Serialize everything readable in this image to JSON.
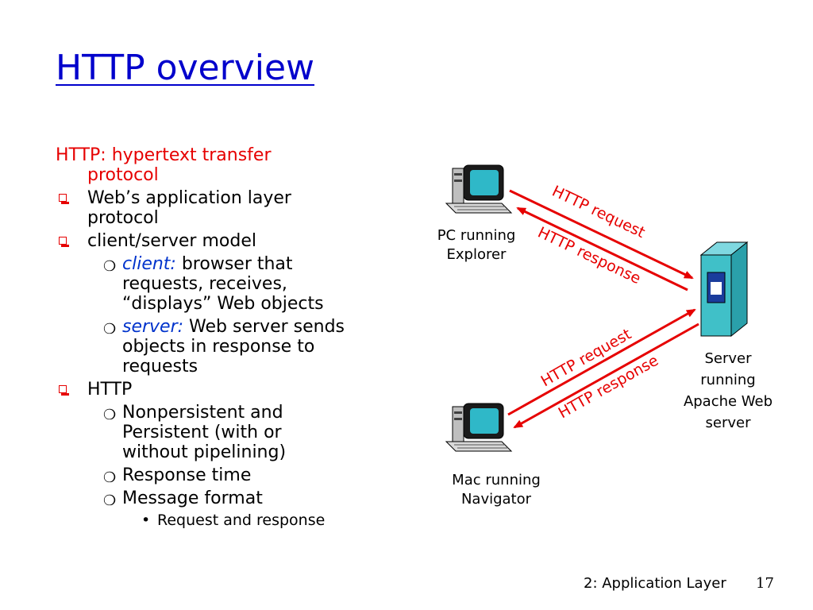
{
  "slide": {
    "title": "HTTP overview",
    "intro_line1": "HTTP: hypertext transfer",
    "intro_line2": "protocol",
    "bullets": [
      {
        "text1": "Web’s application layer",
        "text2": "protocol"
      },
      {
        "text1": "client/server model",
        "sub": [
          {
            "lead": "client:",
            "text1": " browser that",
            "text2": "requests, receives,",
            "text3": "“displays” Web objects"
          },
          {
            "lead": "server:",
            "text1": " Web server sends",
            "text2": "objects in response to",
            "text3": "requests"
          }
        ]
      },
      {
        "text1": "HTTP",
        "sub": [
          {
            "text1": "Nonpersistent and",
            "text2": "Persistent (with or",
            "text3": "without pipelining)"
          },
          {
            "text1": "Response time"
          },
          {
            "text1": "Message format",
            "sub": [
              "Request and response"
            ]
          }
        ]
      }
    ]
  },
  "diagram": {
    "pc_label_1": "PC running",
    "pc_label_2": "Explorer",
    "mac_label_1": "Mac running",
    "mac_label_2": "Navigator",
    "server_label_1": "Server",
    "server_label_2": "running",
    "server_label_3": "Apache Web",
    "server_label_4": "server",
    "arrow_top_request": "HTTP request",
    "arrow_top_response": "HTTP response",
    "arrow_bottom_request": "HTTP request",
    "arrow_bottom_response": "HTTP response",
    "colors": {
      "arrow": "#e60000",
      "title": "#0000cc",
      "server": "#40c0c8"
    }
  },
  "footer": {
    "chapter": "2: Application Layer",
    "page": "17"
  }
}
